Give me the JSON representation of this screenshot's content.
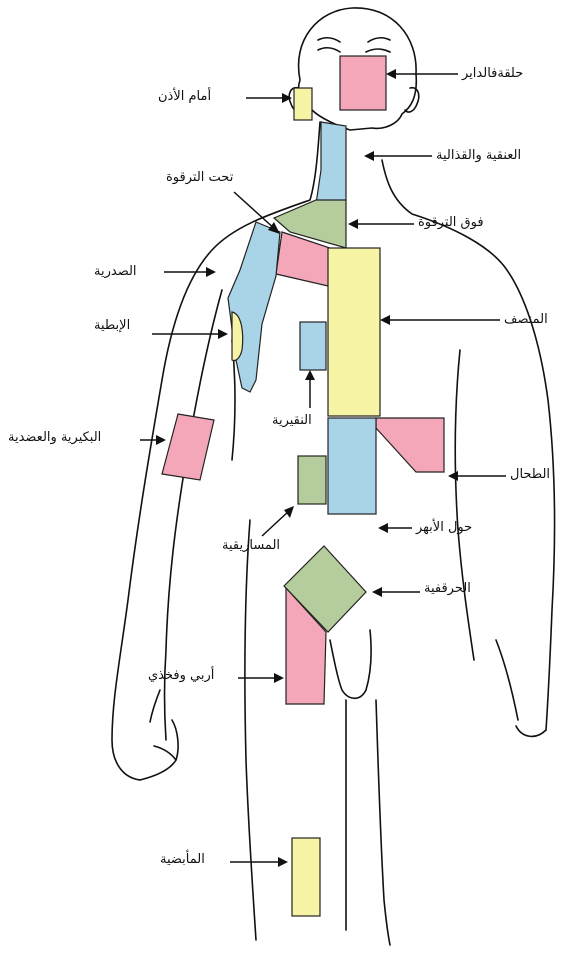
{
  "colors": {
    "pink": "#F4A7B9",
    "blue": "#A9D4E8",
    "yellow": "#F7F4A6",
    "green": "#B5CC9C",
    "outline": "#111111"
  },
  "labels": {
    "pericardial": "حلقةفالداير",
    "preauricular": "أمام الأذن",
    "neck": "العنقية والقذالية",
    "infraclavicular": "تحت الترقوة",
    "supraclavicular": "فوق الترقوة",
    "pectoral": "الصدرية",
    "mediastinal": "المنصف",
    "axillary": "الإبطية",
    "epitrochlear": "البكيرية والعضدية",
    "paraaortic": "النقيرية",
    "splenic": "الطحال",
    "periumbilical": "حول الأبهر",
    "mesenteric": "المساريقية",
    "iliac": "الحرقفية",
    "inguinal": "أربي وفخذي",
    "popliteal": "المأبضية"
  }
}
